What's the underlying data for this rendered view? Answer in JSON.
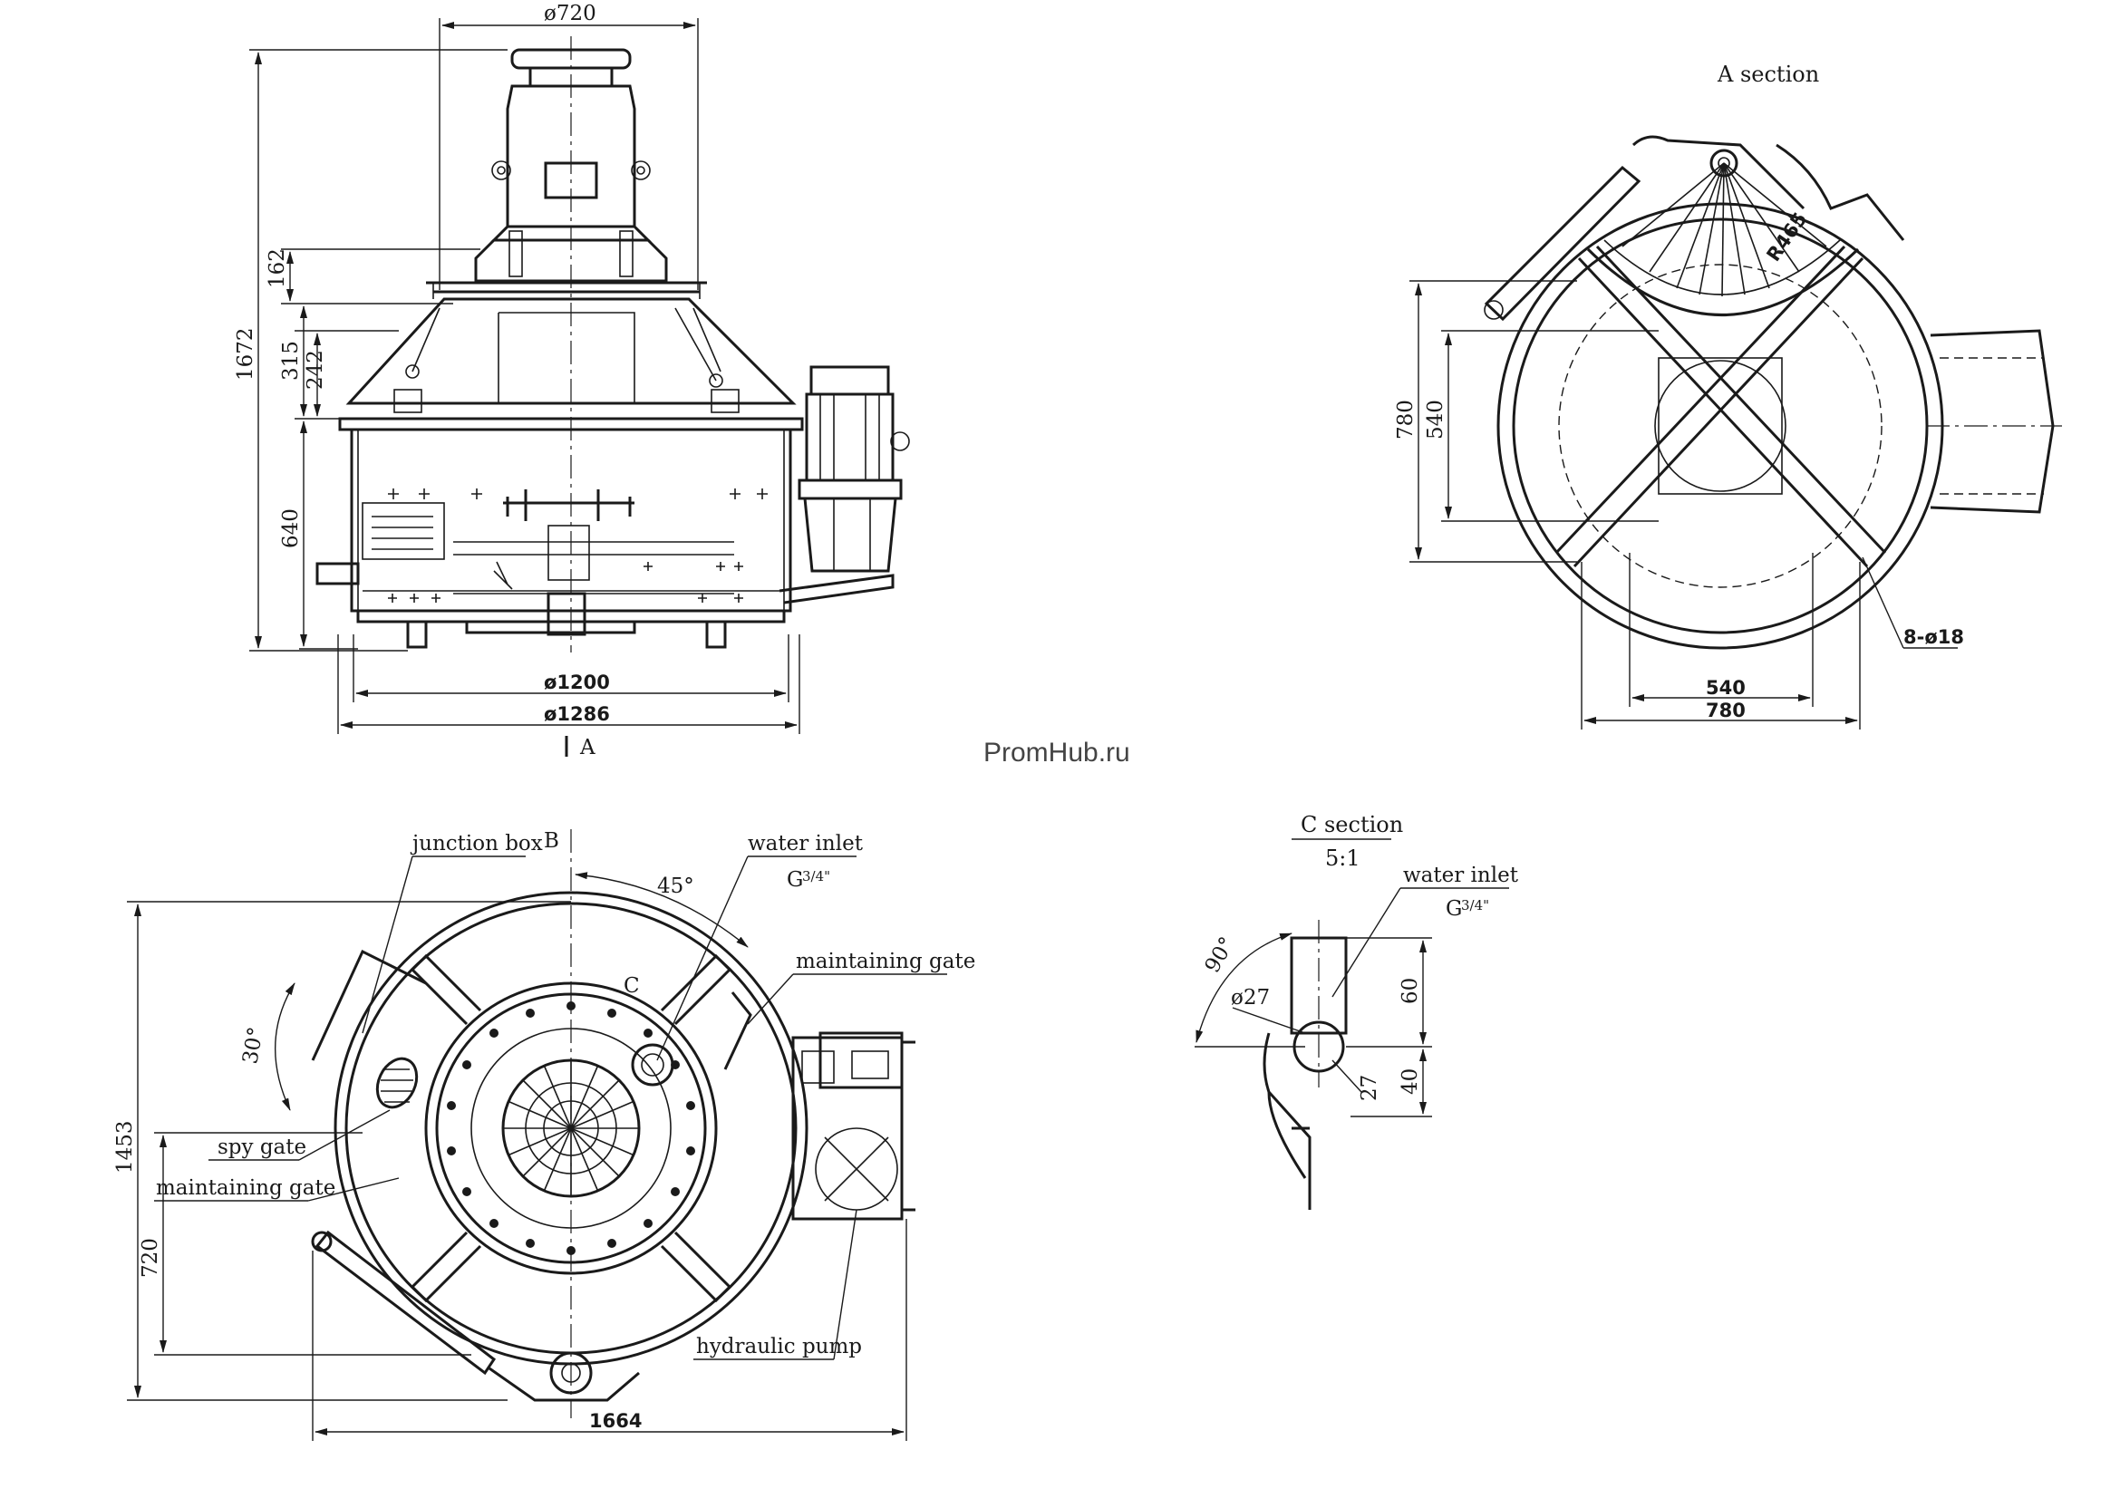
{
  "front_view": {
    "d_top": "ø720",
    "d_mid": "ø1200",
    "d_bottom": "ø1286",
    "h_total": "1672",
    "h_162": "162",
    "h_315": "315",
    "h_242": "242",
    "h_640": "640",
    "section_mark": "A"
  },
  "section_a": {
    "title": "A section",
    "dim_780_v": "780",
    "dim_540_v": "540",
    "dim_540_h": "540",
    "dim_780_h": "780",
    "radius": "R465",
    "holes": "8-ø18"
  },
  "plan_view": {
    "label_junction_box": "junction box",
    "label_b": "B",
    "label_water_inlet": "water inlet",
    "label_thread_g": "G",
    "label_thread_frac": "3/4\"",
    "label_maintaining_gate_top": "maintaining gate",
    "label_spy_gate": "spy gate",
    "label_maintaining_gate_left": "maintaining gate",
    "label_hydraulic_pump": "hydraulic pump",
    "label_c": "C",
    "angle_45": "45°",
    "angle_30": "30°",
    "dim_1453": "1453",
    "dim_720": "720",
    "dim_1664": "1664"
  },
  "section_c": {
    "title": "C section",
    "scale": "5:1",
    "label_water_inlet": "water inlet",
    "thread_g": "G",
    "thread_frac": "3/4\"",
    "angle_90": "90°",
    "d_27": "ø27",
    "r_27": "27",
    "dim_60": "60",
    "dim_40": "40"
  },
  "watermark": "PromHub.ru"
}
